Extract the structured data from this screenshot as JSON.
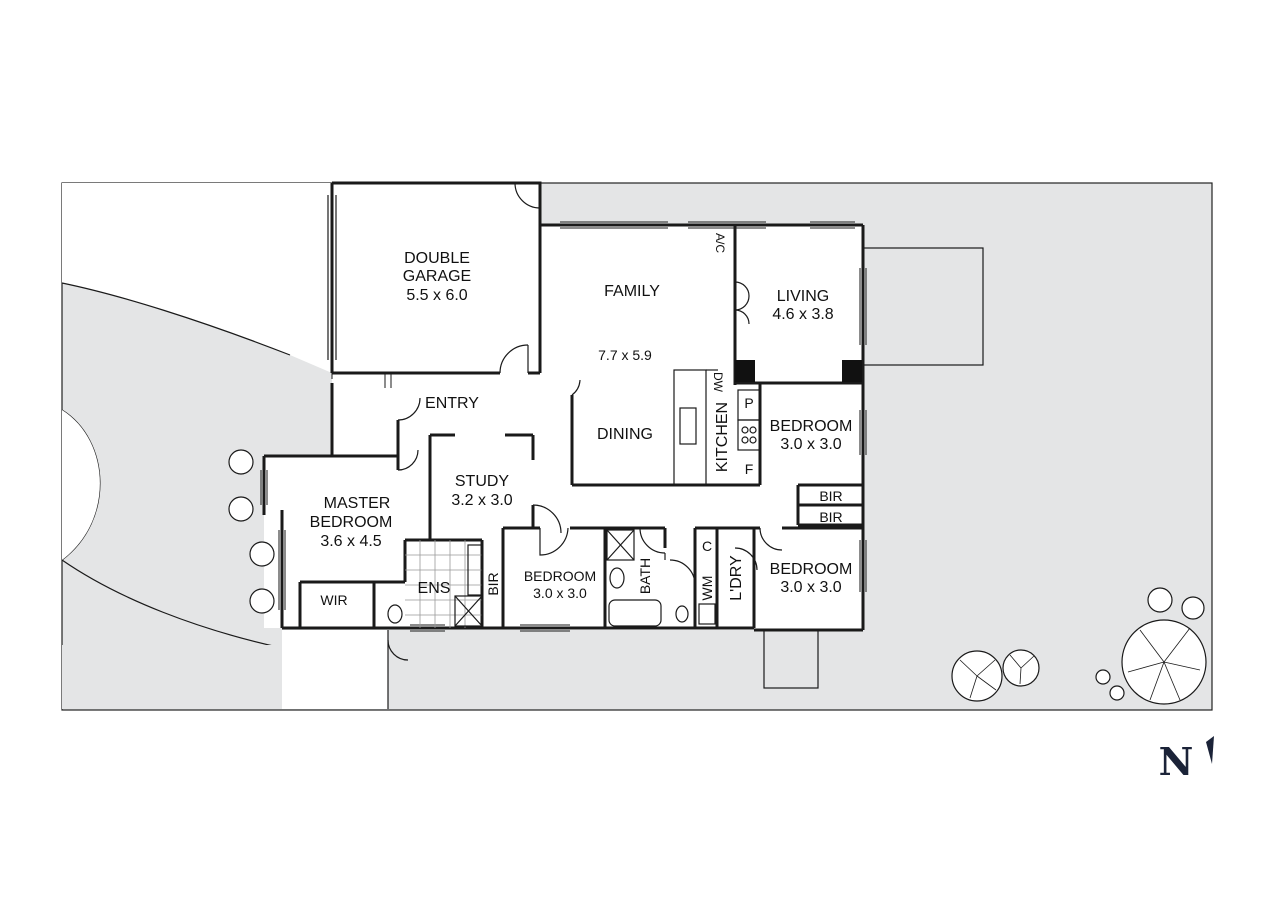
{
  "rooms": {
    "double_garage": {
      "line1": "DOUBLE",
      "line2": "GARAGE",
      "size": "5.5 x 6.0"
    },
    "family": {
      "name": "FAMILY",
      "size": "7.7 x 5.9"
    },
    "dining": {
      "name": "DINING"
    },
    "kitchen": {
      "name": "KITCHEN"
    },
    "living": {
      "name": "LIVING",
      "size": "4.6 x 3.8"
    },
    "entry": {
      "name": "ENTRY"
    },
    "study": {
      "name": "STUDY",
      "size": "3.2 x 3.0"
    },
    "master_bedroom": {
      "line1": "MASTER",
      "line2": "BEDROOM",
      "size": "3.6 x 4.5"
    },
    "ens": {
      "name": "ENS"
    },
    "wir": {
      "name": "WIR"
    },
    "bir_master": {
      "name": "BIR"
    },
    "bedroom_south": {
      "name": "BEDROOM",
      "size": "3.0 x 3.0"
    },
    "bath": {
      "name": "BATH"
    },
    "wm": {
      "name": "WM"
    },
    "c": {
      "name": "C"
    },
    "laundry": {
      "name": "L'DRY"
    },
    "bedroom_east_upper": {
      "name": "BEDROOM",
      "size": "3.0 x 3.0"
    },
    "bedroom_east_lower": {
      "name": "BEDROOM",
      "size": "3.0 x 3.0"
    },
    "bir_1": {
      "name": "BIR"
    },
    "bir_2": {
      "name": "BIR"
    },
    "pantry": {
      "name": "P"
    },
    "fridge": {
      "name": "F"
    },
    "dishwasher": {
      "name": "DW"
    },
    "ac": {
      "name": "A/C"
    }
  },
  "compass": {
    "label": "N"
  },
  "colors": {
    "yard": "#e4e5e6",
    "walls": "#1a1a1a",
    "compass": "#1b2338"
  }
}
